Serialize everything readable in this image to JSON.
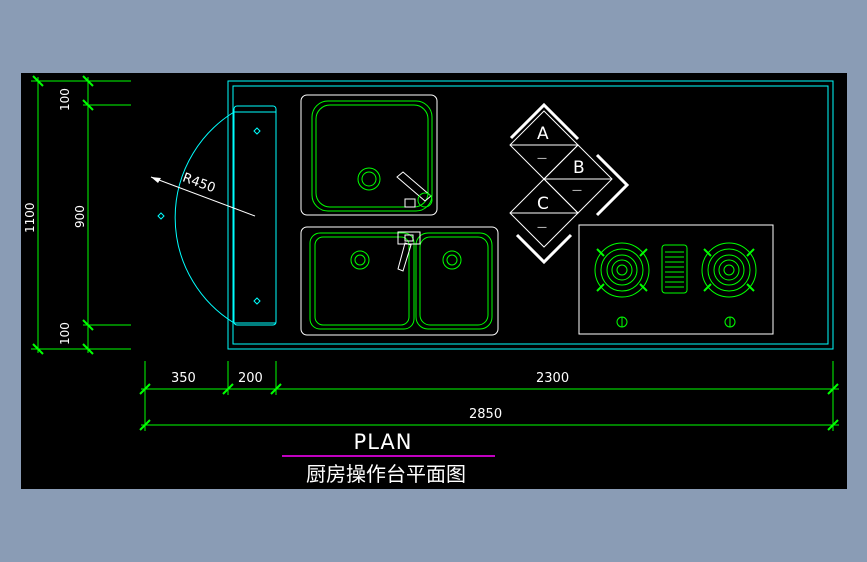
{
  "drawing": {
    "title": "PLAN",
    "subtitle": "厨房操作台平面图",
    "radius_label": "R450",
    "dimensions": {
      "vertical_total": "1100",
      "vertical_mid": "900",
      "vertical_top": "100",
      "vertical_bottom": "100",
      "horizontal_a": "350",
      "horizontal_b": "200",
      "horizontal_c": "2300",
      "horizontal_total": "2850"
    },
    "tiles": {
      "a_letter": "A",
      "b_letter": "B",
      "c_letter": "C",
      "a_sub": "—",
      "b_sub": "—",
      "c_sub": "—"
    }
  },
  "colors": {
    "background": "#000000",
    "frame": "#8a9cb5",
    "dimension": "#00ff00",
    "outline": "#00ffff",
    "fixture": "#00ff00",
    "white": "#ffffff",
    "magenta": "#ff00ff"
  }
}
